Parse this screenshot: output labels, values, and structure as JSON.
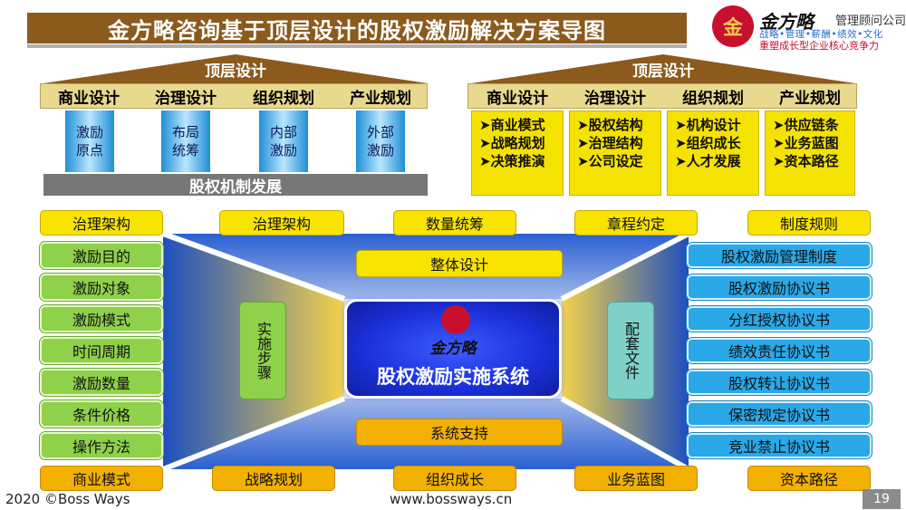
{
  "title": "金方略咨询基于顶层设计的股权激励解决方案导图",
  "logo": {
    "icon_glyph": "金",
    "name": "金方略",
    "consult": "管理顾问公司",
    "values": "战略•管理•薪酬•绩效•文化",
    "slogan": "重塑成长型企业核心竞争力"
  },
  "left_temple": {
    "roof": "顶层设计",
    "headers": [
      "商业设计",
      "治理设计",
      "组织规划",
      "产业规划"
    ],
    "pillars": [
      "激励原点",
      "布局统筹",
      "内部激励",
      "外部激励"
    ],
    "base": "股权机制发展"
  },
  "right_temple": {
    "roof": "顶层设计",
    "headers": [
      "商业设计",
      "治理设计",
      "组织规划",
      "产业规划"
    ],
    "items": [
      [
        "商业模式",
        "战略规划",
        "决策推演"
      ],
      [
        "股权结构",
        "治理结构",
        "公司设定"
      ],
      [
        "机构设计",
        "组织成长",
        "人才发展"
      ],
      [
        "供应链条",
        "业务蓝图",
        "资本路径"
      ]
    ]
  },
  "lower": {
    "top_row": [
      "治理架构",
      "治理架构",
      "数量统筹",
      "章程约定",
      "制度规则"
    ],
    "left_column": [
      "激励目的",
      "激励对象",
      "激励模式",
      "时间周期",
      "激励数量",
      "条件价格",
      "操作方法"
    ],
    "right_column": [
      "股权激励管理制度",
      "股权激励协议书",
      "分红授权协议书",
      "绩效责任协议书",
      "股权转让协议书",
      "保密规定协议书",
      "竞业禁止协议书"
    ],
    "bottom_row": [
      "商业模式",
      "战略规划",
      "组织成长",
      "业务蓝图",
      "资本路径"
    ],
    "center_top": "整体设计",
    "center_bottom": "系统支持",
    "center_title": "股权激励实施系统",
    "center_logo_name": "金方略",
    "left_vertical": "实施步骤",
    "right_vertical": "配套文件"
  },
  "footer": {
    "copyright": "2020 ©Boss Ways",
    "url": "www.bossways.cn",
    "page": "19"
  },
  "colors": {
    "title_bar": "#8b5a1c",
    "yellow": "#f8e400",
    "orange": "#f2b100",
    "green": "#8fd14a",
    "blue": "#2aa8e8",
    "center": "#1a2fd8"
  }
}
